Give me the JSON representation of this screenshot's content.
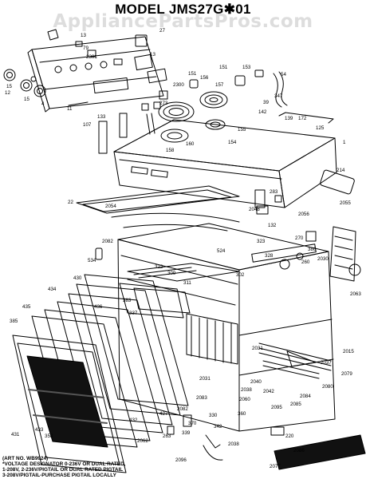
{
  "diagram": {
    "title": "MODEL JMS27G✱01",
    "watermark": "AppliancePartsPros.com",
    "art_no": "(ART NO. WB9924)",
    "notes": [
      "*VOLTAGE DESIGNATOR 0-236V OR DUAL RATED,",
      "1-208V, 2-236V/PIGTAIL OR DUAL RATED PIGTAIL",
      "3-208V/PIGTAIL-PURCHASE PIGTAIL LOCALLY"
    ],
    "callouts": [
      "13",
      "79",
      "2301",
      "27",
      "13",
      "273",
      "2300",
      "151",
      "156",
      "151",
      "153",
      "54",
      "157",
      "158",
      "160",
      "154",
      "155",
      "142",
      "39",
      "347",
      "15",
      "12",
      "15",
      "4",
      "11",
      "107",
      "133",
      "22",
      "2054",
      "139",
      "172",
      "125",
      "2056",
      "214",
      "2055",
      "2048",
      "283",
      "1",
      "132",
      "2082",
      "524",
      "534",
      "302",
      "323",
      "328",
      "270",
      "386",
      "260",
      "2030",
      "2063",
      "322",
      "430",
      "309",
      "311",
      "383",
      "337",
      "434",
      "435",
      "436",
      "385",
      "2031",
      "2015",
      "2079",
      "2037",
      "2085",
      "2038",
      "2084",
      "2080",
      "2031",
      "2083",
      "2060",
      "427",
      "339",
      "2082",
      "2040",
      "2042",
      "2095",
      "370",
      "330",
      "342",
      "360",
      "2038",
      "263",
      "220",
      "2086",
      "2077",
      "2096",
      "2062",
      "358",
      "433",
      "432",
      "431",
      "437"
    ]
  }
}
